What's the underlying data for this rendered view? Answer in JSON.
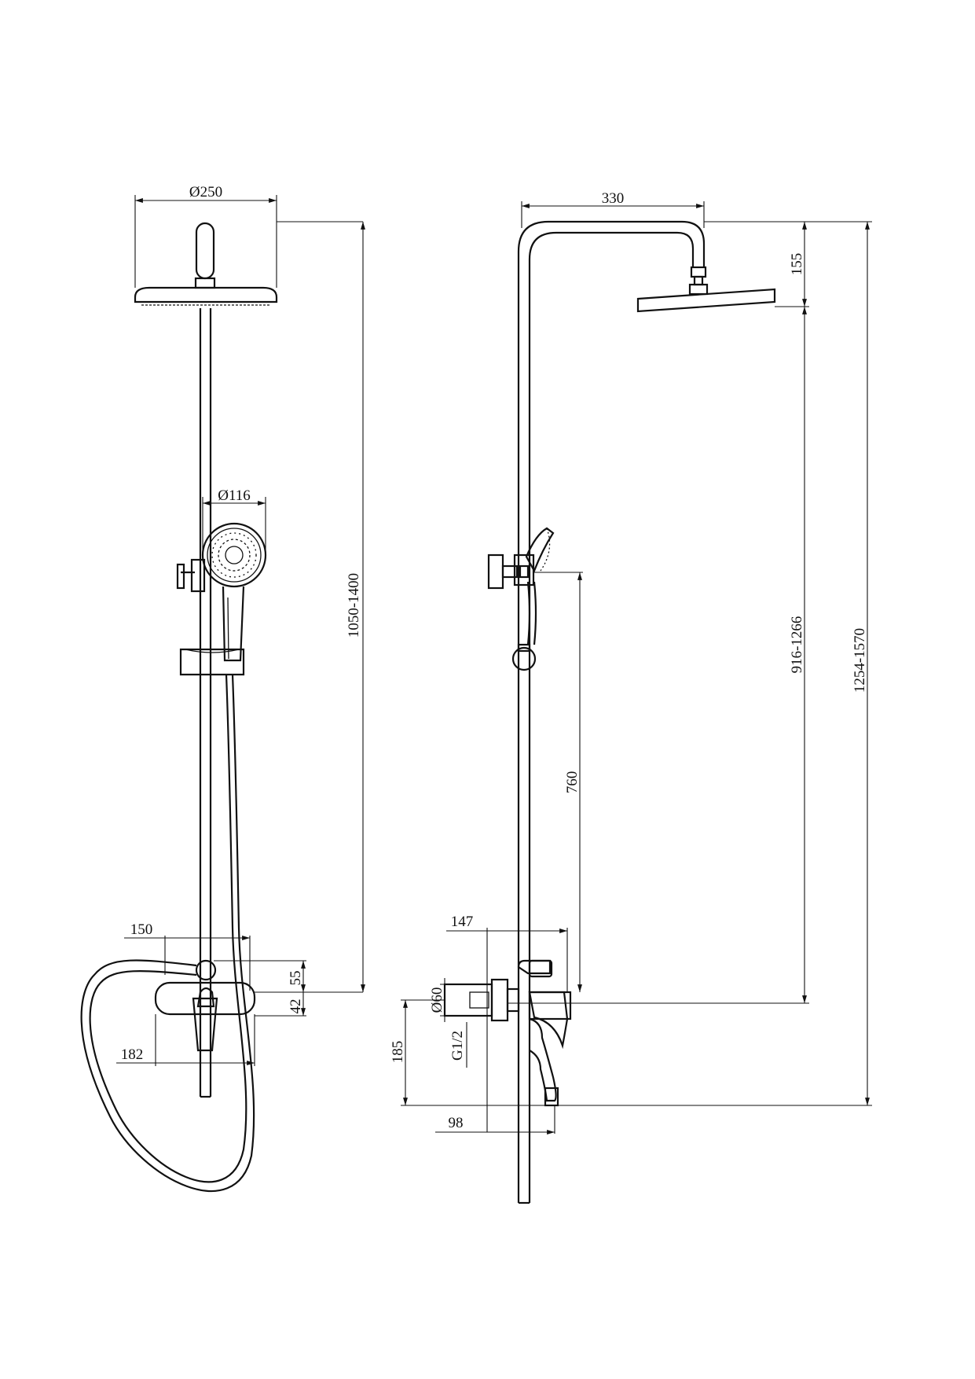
{
  "front_view": {
    "labels": {
      "rain_diameter": "Ø250",
      "hand_diameter": "Ø116",
      "height_range": "1050-1400",
      "mixer_width": "150",
      "spout_width": "182",
      "dim_55": "55",
      "dim_42": "42"
    }
  },
  "side_view": {
    "labels": {
      "arm_reach": "330",
      "head_drop": "155",
      "hand_height": "760",
      "head_height": "916-1266",
      "total_height": "1254-1570",
      "mixer_depth": "147",
      "diameter_60": "Ø60",
      "thread": "G1/2",
      "spout_height": "185",
      "spout_reach": "98"
    }
  },
  "colors": {
    "line": "#111111",
    "background": "#ffffff"
  }
}
